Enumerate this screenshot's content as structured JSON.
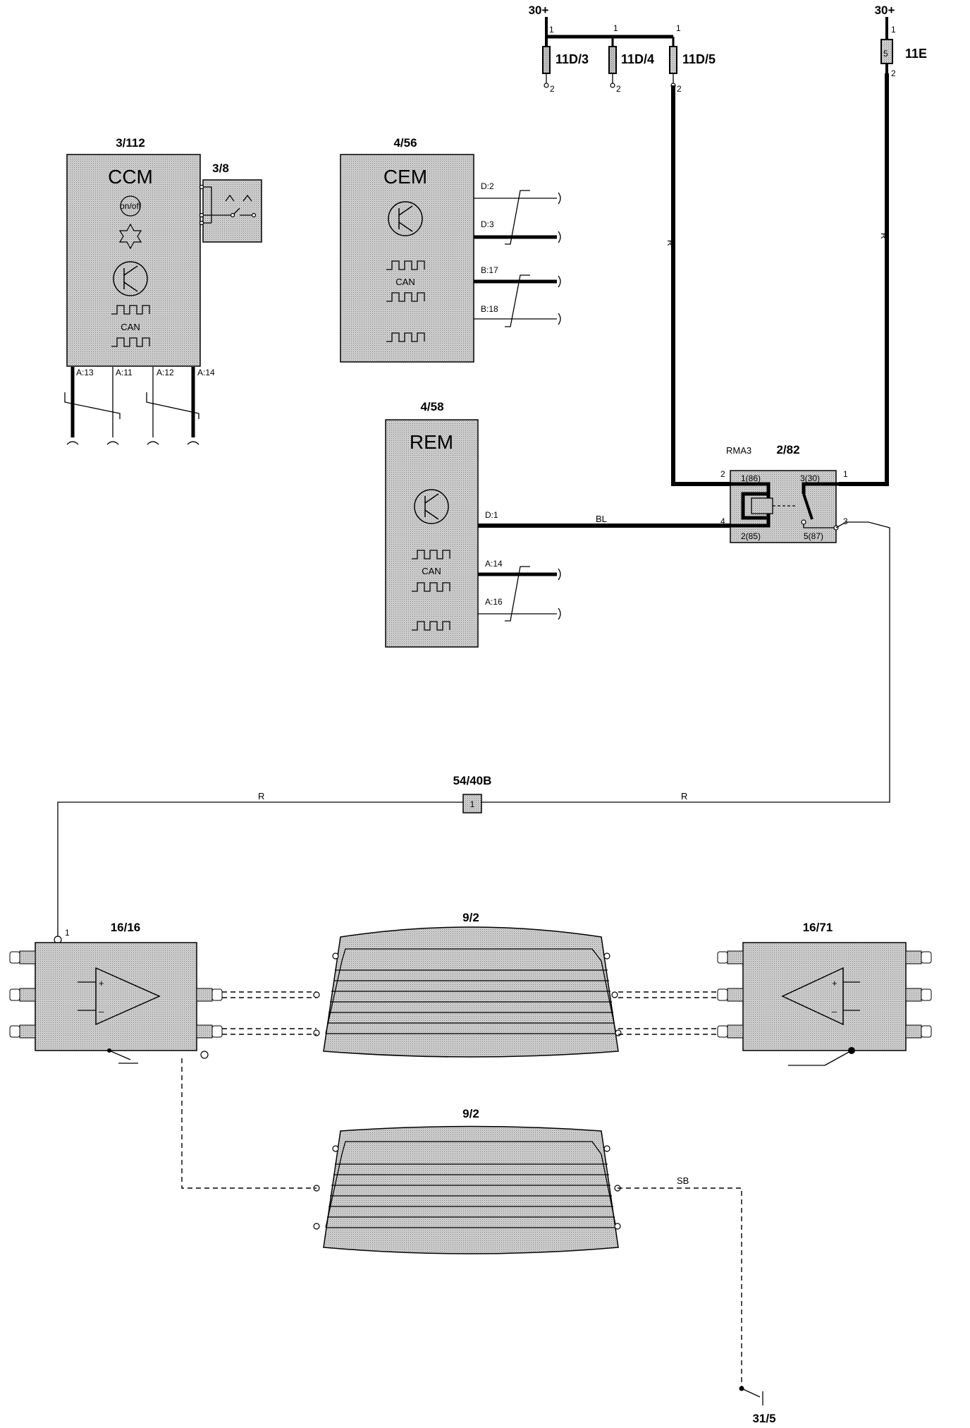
{
  "diagram": {
    "supply": {
      "left": "30+",
      "right": "30+"
    },
    "fuses": {
      "f1": {
        "id": "11D/3",
        "pin_top": "1",
        "pin_bottom": "2"
      },
      "f2": {
        "id": "11D/4",
        "pin_top": "1",
        "pin_bottom": "2"
      },
      "f3": {
        "id": "11D/5",
        "pin_top": "1",
        "pin_bottom": "2"
      },
      "f4": {
        "id": "11E",
        "pin_top": "1",
        "pin_bottom": "2",
        "rating": "5"
      }
    },
    "ccm": {
      "id": "3/112",
      "name": "CCM",
      "can": "CAN",
      "onoff": "on/off",
      "pins": [
        "A:13",
        "A:11",
        "A:12",
        "A:14"
      ]
    },
    "switch38": {
      "id": "3/8"
    },
    "cem": {
      "id": "4/56",
      "name": "CEM",
      "can": "CAN",
      "pins": [
        "D:2",
        "D:3",
        "B:17",
        "B:18"
      ]
    },
    "rem": {
      "id": "4/58",
      "name": "REM",
      "can": "CAN",
      "pins": [
        "D:1",
        "A:14",
        "A:16"
      ]
    },
    "relay": {
      "id": "2/82",
      "name": "RMA3",
      "pin_tl": "1(86)",
      "pin_tr": "3(30)",
      "pin_bl": "2(85)",
      "pin_br": "5(87)",
      "n_left_top": "2",
      "n_left_bot": "4",
      "n_right_top": "1",
      "n_right_bot": "3"
    },
    "wire_colors": {
      "supply": "R",
      "rem_relay": "BL",
      "output": "R",
      "ground": "SB"
    },
    "connector": {
      "id": "54/40B",
      "pin": "1"
    },
    "amp_left": {
      "id": "16/16",
      "pin": "1"
    },
    "amp_right": {
      "id": "16/71"
    },
    "window_top": {
      "id": "9/2"
    },
    "window_bottom": {
      "id": "9/2"
    },
    "ground": {
      "id": "31/5"
    }
  }
}
